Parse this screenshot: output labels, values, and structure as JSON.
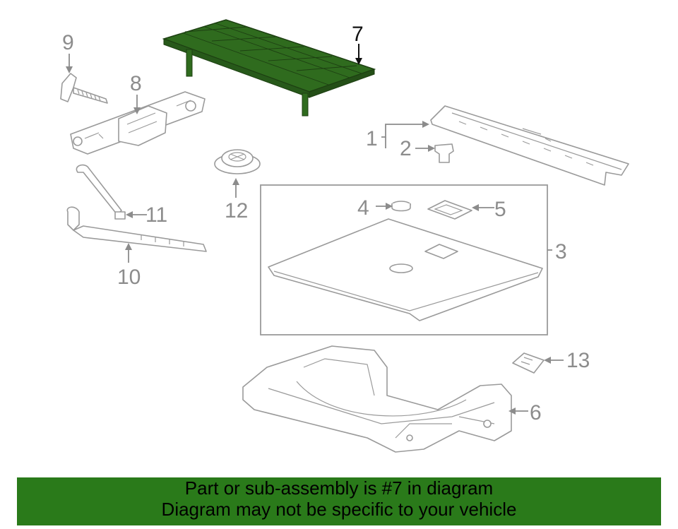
{
  "diagram": {
    "highlight_color": "#2f6b1e",
    "callouts": {
      "c1": "1",
      "c2": "2",
      "c3": "3",
      "c4": "4",
      "c5": "5",
      "c6": "6",
      "c7": "7",
      "c8": "8",
      "c9": "9",
      "c10": "10",
      "c11": "11",
      "c12": "12",
      "c13": "13"
    }
  },
  "banner": {
    "line1": "Part or sub-assembly is #7 in diagram",
    "line2": "Diagram may not be specific to your vehicle",
    "color": "#2a7a1a"
  }
}
